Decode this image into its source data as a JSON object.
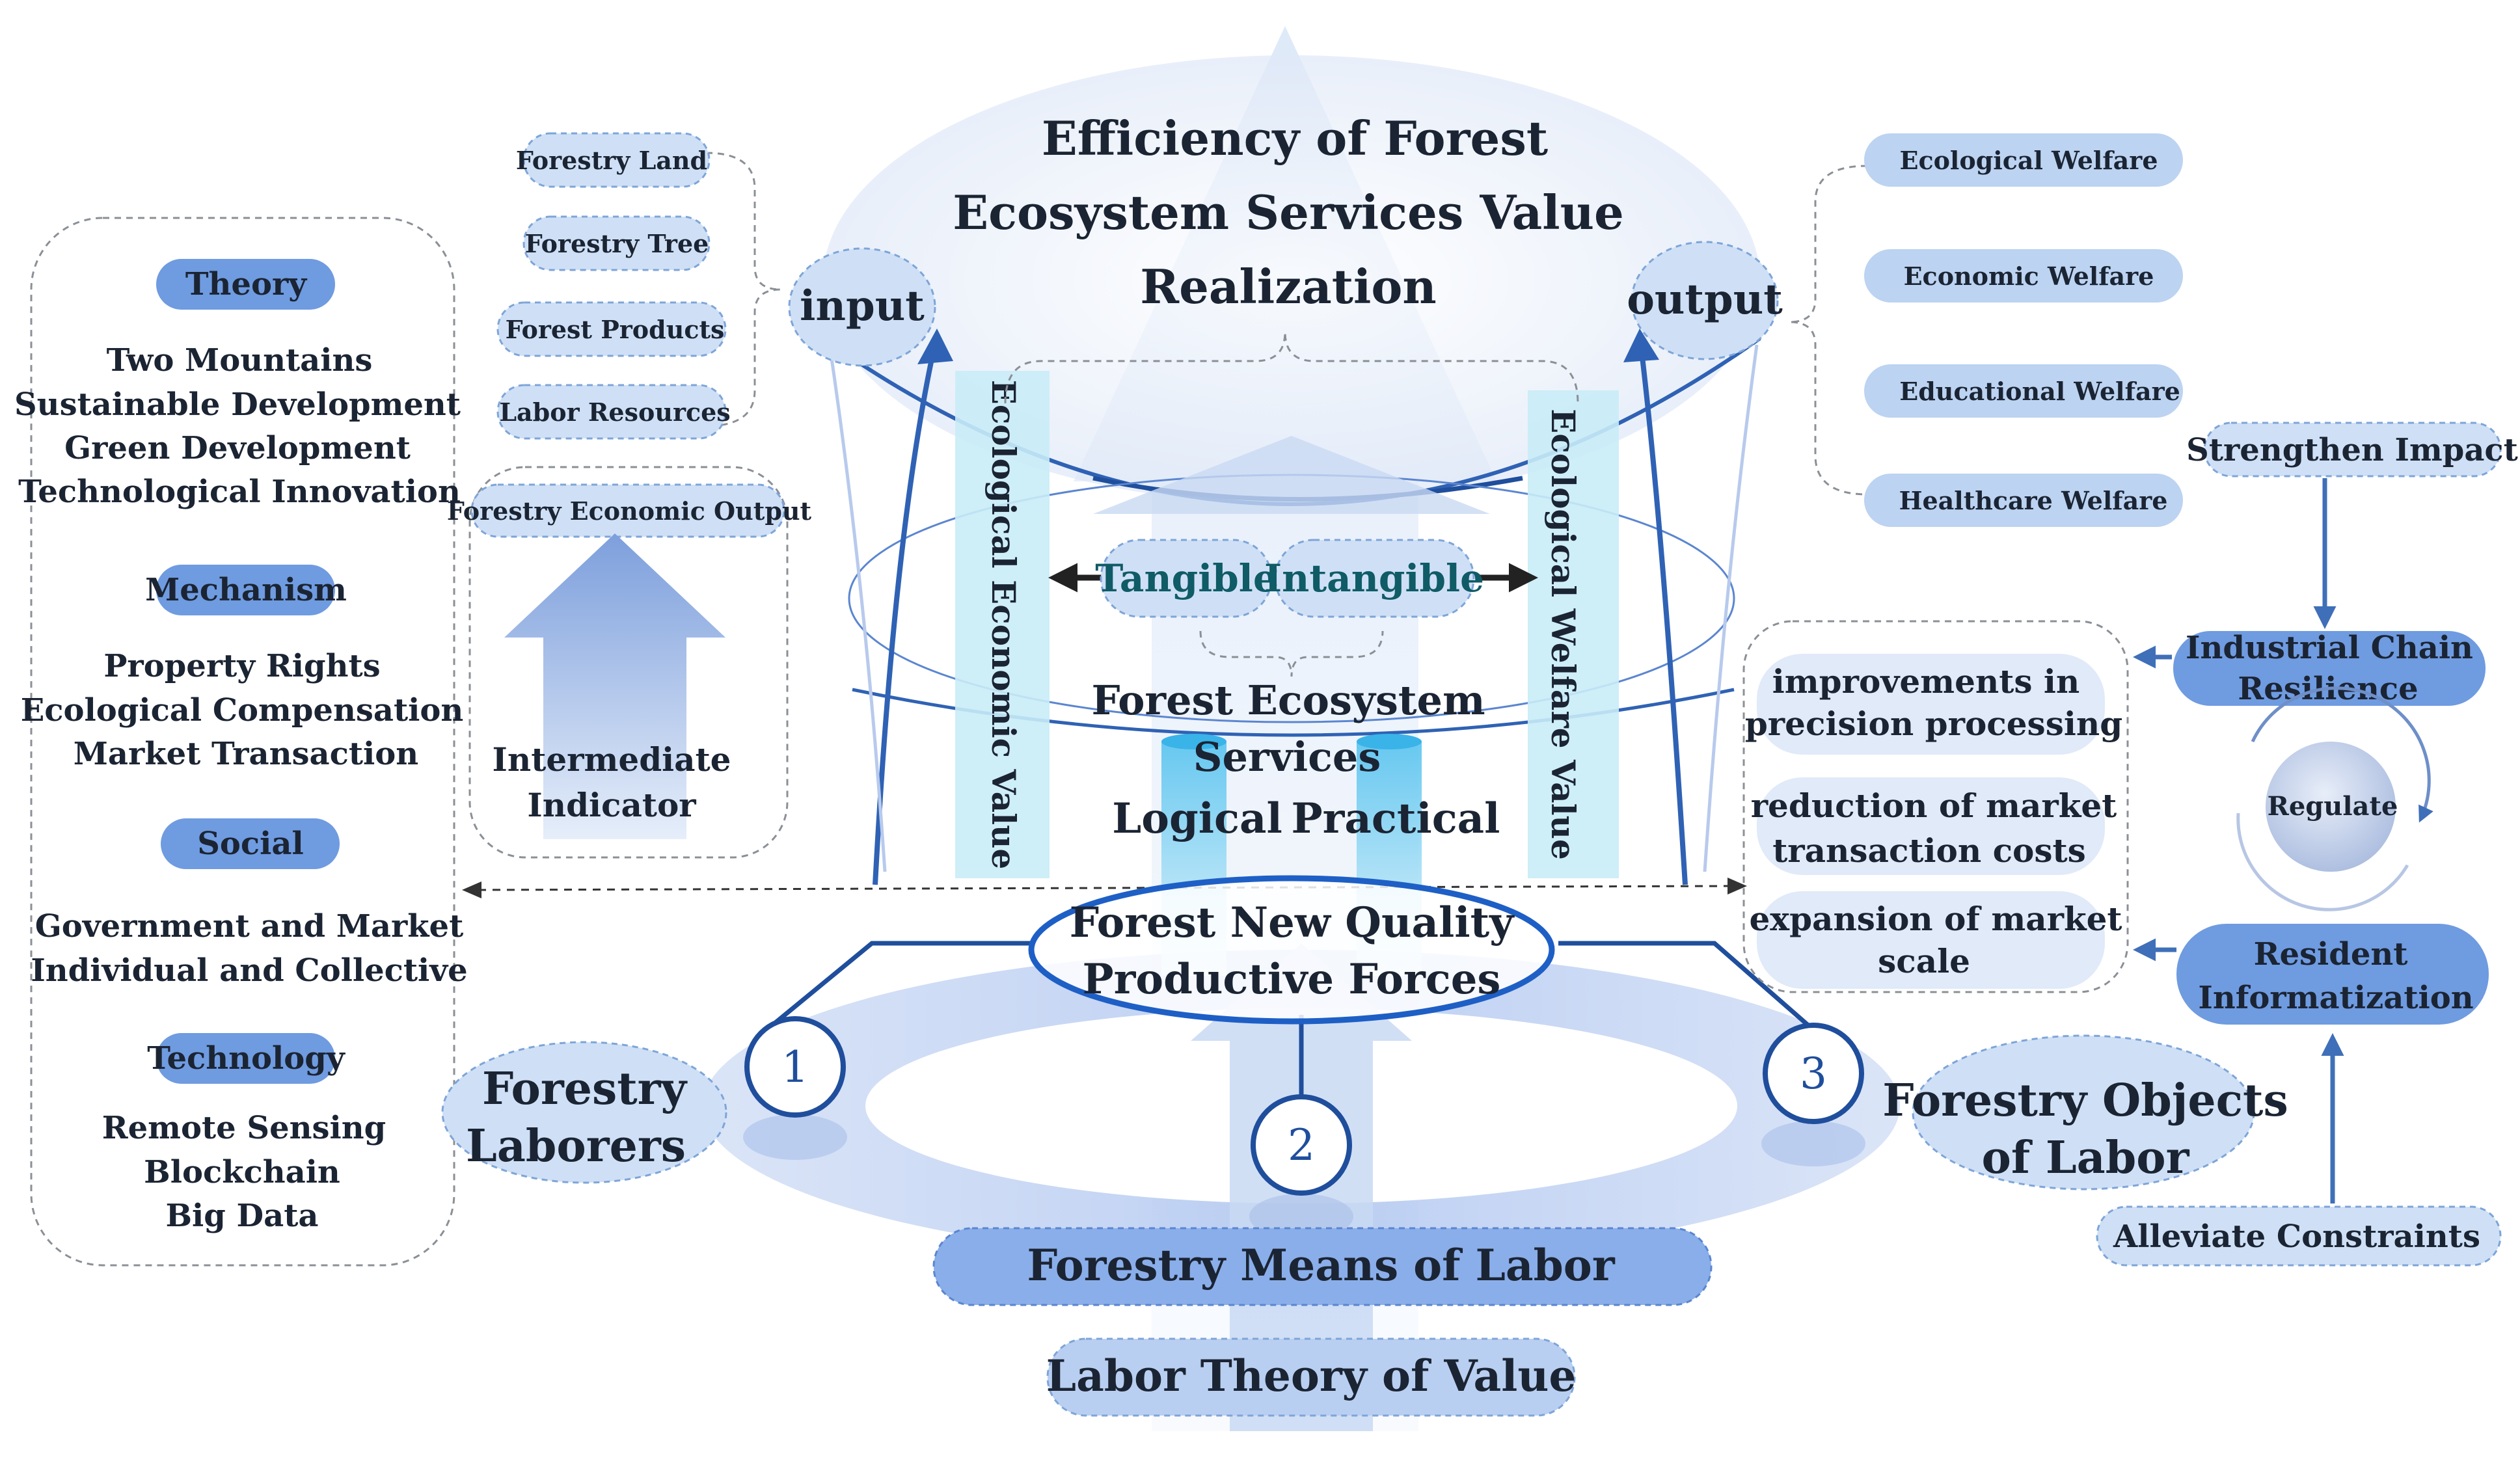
{
  "title": {
    "line1": "Efficiency of Forest",
    "line2": "Ecosystem Services Value",
    "line3": "Realization"
  },
  "left_panel": {
    "sections": [
      {
        "heading": "Theory",
        "items": [
          "Two Mountains",
          "Sustainable  Development",
          "Green  Development",
          "Technological Innovation"
        ]
      },
      {
        "heading": "Mechanism",
        "items": [
          "Property Rights",
          "Ecological Compensation",
          "Market Transaction"
        ]
      },
      {
        "heading": "Social",
        "items": [
          "Government and Market",
          "Individual and Collective"
        ]
      },
      {
        "heading": "Technology",
        "items": [
          "Remote Sensing",
          "Blockchain",
          "Big Data"
        ]
      }
    ]
  },
  "inputs": {
    "label": "input",
    "items": [
      "Forestry Land",
      "Forestry Tree",
      "Forest Products",
      "Labor Resources"
    ]
  },
  "outputs": {
    "label": "output",
    "items": [
      "Ecological Welfare",
      "Economic Welfare",
      "Educational Welfare",
      "Healthcare Welfare"
    ]
  },
  "intermediate": {
    "top": "Forestry Economic Output",
    "line1": "Intermediate",
    "line2": "Indicator"
  },
  "center": {
    "eco_value": "Ecological Economic Value",
    "welfare_value": "Ecological Welfare Value",
    "tangible": "Tangible",
    "intangible": "Intangible",
    "services_line1": "Forest Ecosystem",
    "services_line2": "Services",
    "logical": "Logical",
    "practical": "Practical",
    "forces_line1": "Forest New Quality",
    "forces_line2": "Productive Forces"
  },
  "nodes": {
    "n1": "1",
    "n2": "2",
    "n3": "3"
  },
  "laborers": {
    "line1": "Forestry",
    "line2": "Laborers"
  },
  "objects": {
    "line1": "Forestry Objects",
    "line2": "of Labor"
  },
  "means": "Forestry Means of Labor",
  "theory_value": "Labor Theory of Value",
  "right_panel": {
    "improvements": [
      "improvements in",
      "precision processing"
    ],
    "reduction": [
      "reduction of market",
      "transaction costs"
    ],
    "expansion": [
      "expansion of market",
      "scale"
    ],
    "strengthen": "Strengthen Impact",
    "chain": [
      "Industrial Chain",
      "Resilience"
    ],
    "regulate": "Regulate",
    "resident": [
      "Resident",
      "Informatization"
    ],
    "alleviate": "Alleviate Constraints"
  }
}
